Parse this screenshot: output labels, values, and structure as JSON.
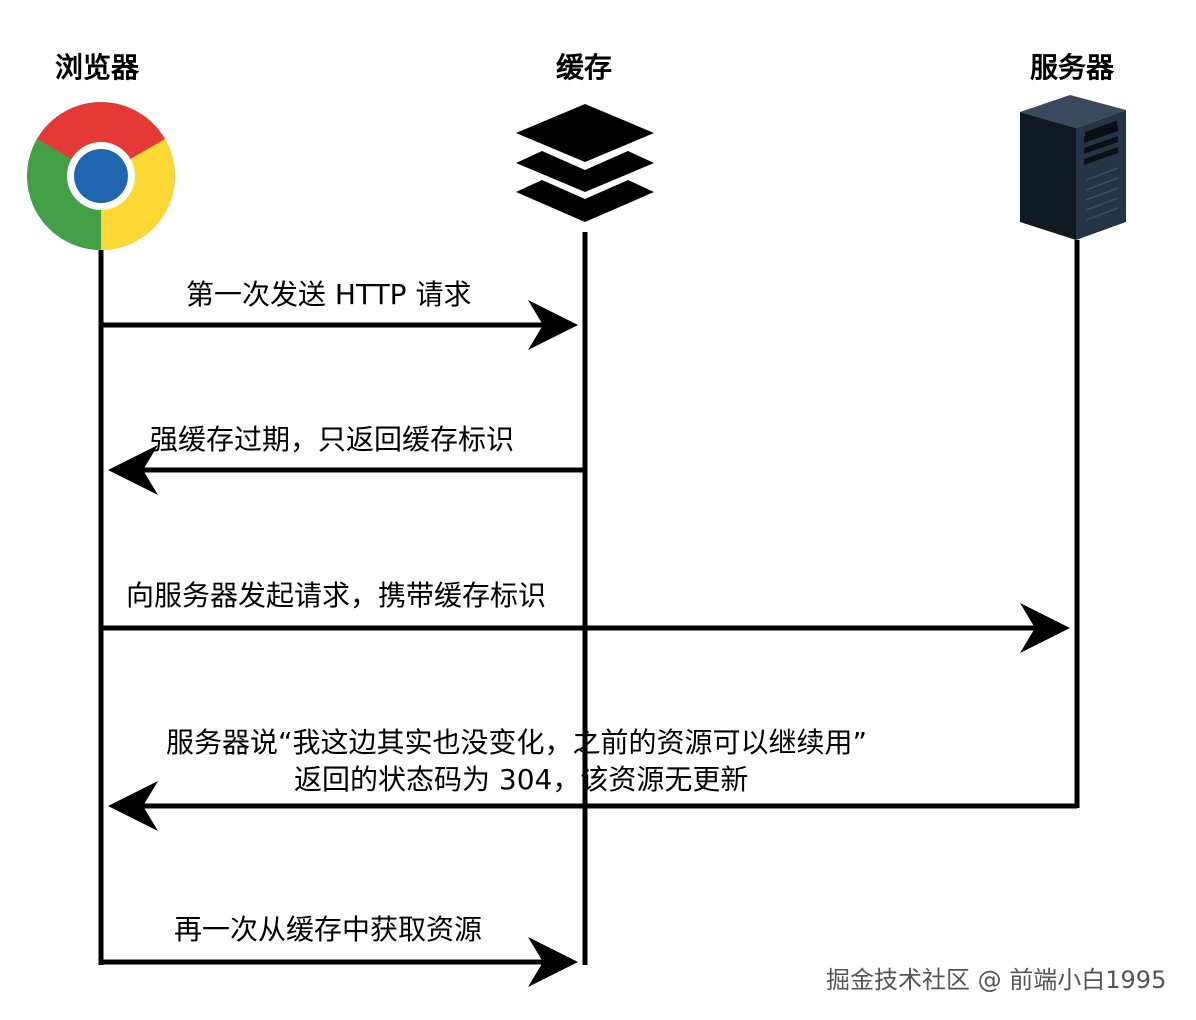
{
  "actors": {
    "browser": {
      "label": "浏览器",
      "icon": "chrome-browser-icon"
    },
    "cache": {
      "label": "缓存",
      "icon": "cache-layers-icon"
    },
    "server": {
      "label": "服务器",
      "icon": "server-tower-icon"
    }
  },
  "messages": [
    {
      "text": "第一次发送 HTTP 请求",
      "from": "browser",
      "to": "cache"
    },
    {
      "text": "强缓存过期，只返回缓存标识",
      "from": "cache",
      "to": "browser"
    },
    {
      "text": "向服务器发起请求，携带缓存标识",
      "from": "browser",
      "to": "server"
    },
    {
      "text": "服务器说“我这边其实也没变化，之前的资源可以继续用”",
      "text2": "返回的状态码为 304，该资源无更新",
      "from": "server",
      "to": "browser"
    },
    {
      "text": "再一次从缓存中获取资源",
      "from": "browser",
      "to": "cache"
    }
  ],
  "watermark": "掘金技术社区 @ 前端小白1995",
  "colors": {
    "chrome_red": "#DB4437",
    "chrome_green": "#0F9D58",
    "chrome_yellow": "#F4B400",
    "chrome_blue": "#4285F4",
    "server_dark": "#1c2733"
  }
}
